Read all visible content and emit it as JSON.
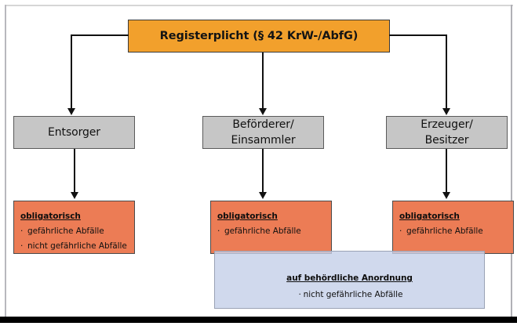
{
  "diagram": {
    "title_box": {
      "label": "Registerplicht (§ 42 KrW-/AbfG)",
      "color": "#f2a02c"
    },
    "roles": [
      {
        "id": "entsorger",
        "line1": "Entsorger",
        "line2": ""
      },
      {
        "id": "befoerderer",
        "line1": "Beförderer/",
        "line2": "Einsammler"
      },
      {
        "id": "erzeuger",
        "line1": "Erzeuger/",
        "line2": "Besitzer"
      }
    ],
    "obligations": [
      {
        "id": "obligation-entsorger",
        "heading": "obligatorisch",
        "bullet_glyph": "·",
        "items": [
          "gefährliche Abfälle",
          "nicht gefährliche Abfälle"
        ]
      },
      {
        "id": "obligation-befoerderer",
        "heading": "obligatorisch",
        "bullet_glyph": "·",
        "items": [
          "gefährliche Abfälle"
        ]
      },
      {
        "id": "obligation-erzeuger",
        "heading": "obligatorisch",
        "bullet_glyph": "·",
        "items": [
          "gefährliche Abfälle"
        ]
      }
    ],
    "order_box": {
      "heading": "auf behördliche Anordnung",
      "bullet_glyph": "·",
      "items": [
        "nicht gefährliche Abfälle"
      ]
    },
    "colors": {
      "title_fill": "#f2a02c",
      "role_fill": "#c6c6c6",
      "obligation_fill": "#ec7c55",
      "order_fill": "#c4cfe8",
      "connector": "#111111"
    }
  }
}
